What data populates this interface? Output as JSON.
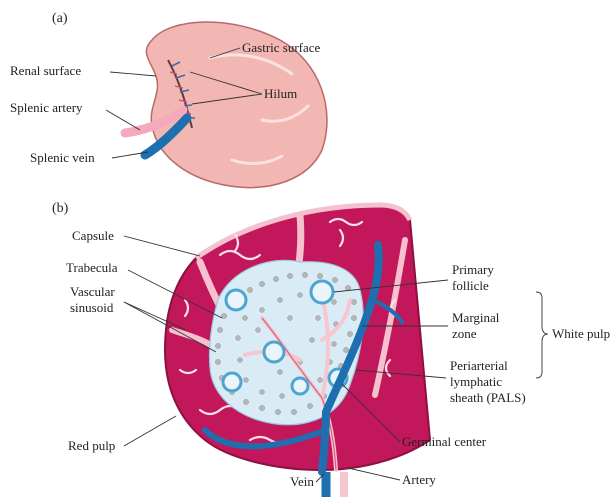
{
  "panels": {
    "a": {
      "letter": "(a)",
      "labels": {
        "renal_surface": "Renal surface",
        "gastric_surface": "Gastric surface",
        "hilum": "Hilum",
        "splenic_artery": "Splenic artery",
        "splenic_vein": "Splenic vein"
      }
    },
    "b": {
      "letter": "(b)",
      "labels": {
        "capsule": "Capsule",
        "trabecula": "Trabecula",
        "vascular_sinusoid_1": "Vascular",
        "vascular_sinusoid_2": "sinusoid",
        "primary_follicle_1": "Primary",
        "primary_follicle_2": "follicle",
        "marginal_zone_1": "Marginal",
        "marginal_zone_2": "zone",
        "white_pulp": "White pulp",
        "pals_1": "Periarterial",
        "pals_2": "lymphatic",
        "pals_3": "sheath (PALS)",
        "red_pulp": "Red pulp",
        "germinal_center": "Germinal center",
        "vein": "Vein",
        "artery": "Artery"
      }
    }
  },
  "colors": {
    "spleen_pink": "#f2b7b3",
    "spleen_outline": "#b86a6a",
    "red_pulp": "#c2185b",
    "red_pulp_dark": "#8e1040",
    "white_pulp": "#d9ecf5",
    "follicle_ring": "#4fa3d1",
    "vein_blue": "#1e6fb0",
    "artery_pink": "#f7c6cf"
  }
}
